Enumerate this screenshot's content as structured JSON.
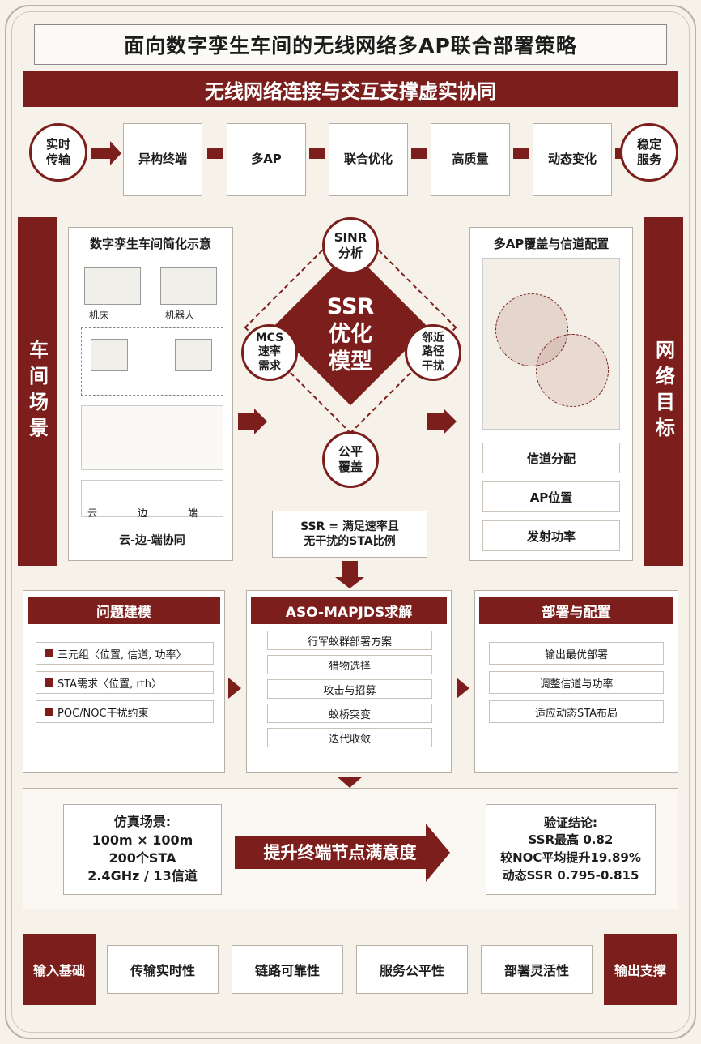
{
  "title": "面向数字孪生车间的无线网络多AP联合部署策略",
  "banner": "无线网络连接与交互支撑虚实协同",
  "top_flow": {
    "start": "实时\n传输",
    "steps": [
      "异构终端",
      "多AP",
      "联合优化",
      "高质量",
      "动态变化"
    ],
    "end": "稳定\n服务"
  },
  "left_side": "车间场景",
  "right_side": "网络目标",
  "left_panel": {
    "title": "数字孪生车间简化示意",
    "labels": [
      "机床",
      "机器人",
      "云",
      "边",
      "端"
    ],
    "footer": "云-边-端协同"
  },
  "center": {
    "model_lines": [
      "SSR",
      "优化",
      "模型"
    ],
    "top_node": "SINR\n分析",
    "left_node": "MCS\n速率\n需求",
    "right_node": "邻近\n路径\n干扰",
    "bottom_node": "公平\n覆盖",
    "definition": "SSR = 满足速率且\n无干扰的STA比例"
  },
  "right_panel": {
    "title": "多AP覆盖与信道配置",
    "items": [
      "信道分配",
      "AP位置",
      "发射功率"
    ]
  },
  "sections": [
    {
      "title": "问题建模",
      "rows": [
        "三元组〈位置, 信道, 功率〉",
        "STA需求〈位置, rth〉",
        "POC/NOC干扰约束"
      ]
    },
    {
      "title": "ASO-MAPJDS求解",
      "rows": [
        "行军蚁群部署方案",
        "猎物选择",
        "攻击与招募",
        "蚁桥突变",
        "迭代收敛"
      ]
    },
    {
      "title": "部署与配置",
      "rows": [
        "输出最优部署",
        "调整信道与功率",
        "适应动态STA布局"
      ]
    }
  ],
  "sim": {
    "lines": [
      "仿真场景:",
      "100m × 100m",
      "200个STA",
      "2.4GHz / 13信道"
    ]
  },
  "goal_arrow": "提升终端节点满意度",
  "result": {
    "lines": [
      "验证结论:",
      "SSR最高 0.82",
      "较NOC平均提升19.89%",
      "动态SSR 0.795-0.815"
    ]
  },
  "bottom": {
    "left": "输入基础",
    "items": [
      "传输实时性",
      "链路可靠性",
      "服务公平性",
      "部署灵活性"
    ],
    "right": "输出支撑"
  },
  "colors": {
    "accent": "#7c1f1c",
    "background": "#f6f2ea"
  }
}
